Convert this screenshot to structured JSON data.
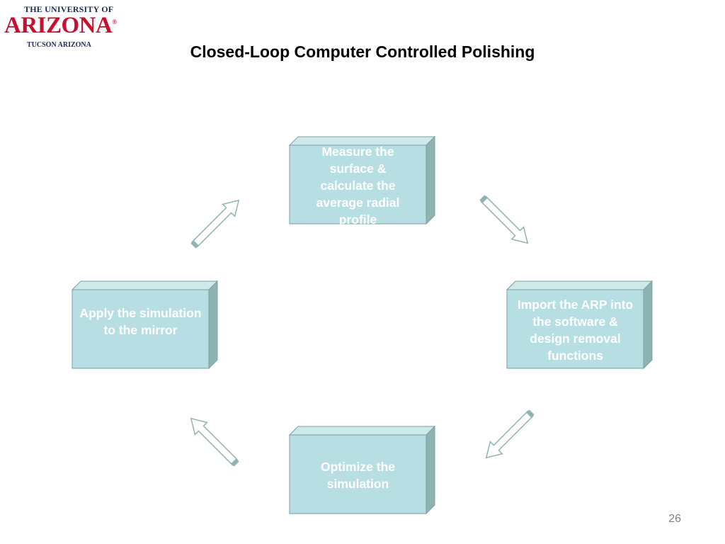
{
  "logo": {
    "line1": "The University of",
    "line2": "Arizona",
    "line3": "Tucson Arizona",
    "registered_mark": "®"
  },
  "title": "Closed-Loop Computer Controlled Polishing",
  "steps": {
    "top": "Measure the surface & calculate the average radial profile",
    "right": "Import the ARP into the software & design removal functions",
    "bottom": "Optimize the simulation",
    "left": "Apply the simulation to the mirror"
  },
  "page_number": "26",
  "colors": {
    "box_front": "#b7dfe3",
    "box_side": "#8fb3b3",
    "box_top": "#cfe9eb",
    "box_stroke": "#7aa1a6",
    "arrow_fill": "#ffffff",
    "arrow_stroke": "#8fb3b3",
    "logo_red": "#c8102e",
    "logo_navy": "#1b2a5a"
  }
}
